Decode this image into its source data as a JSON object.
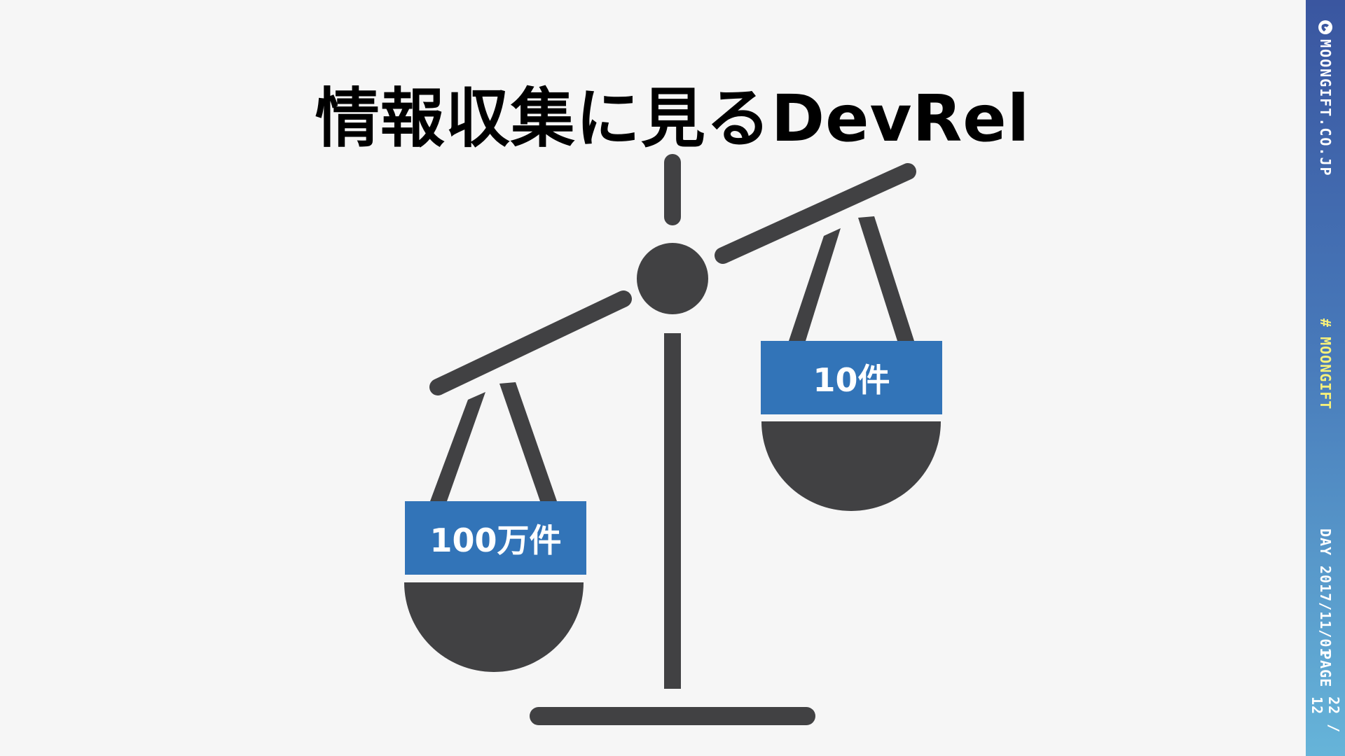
{
  "slide": {
    "title": "情報収集に見るDevRel",
    "right_pan_label": "10件",
    "left_pan_label": "100万件"
  },
  "sidebar": {
    "brand": "MOONGIFT.CO.JP",
    "hashtag": "# MOONGIFT",
    "day_label": "DAY",
    "day_value": "2017/11/01",
    "page_label": "PAGE",
    "page_value": "22 / 12"
  },
  "colors": {
    "background": "#f6f6f6",
    "scale": "#414143",
    "label_bg": "#3274b8",
    "sidebar_top": "#3a56a0",
    "sidebar_bottom": "#66b4d9",
    "hashtag": "#f7f07a"
  }
}
